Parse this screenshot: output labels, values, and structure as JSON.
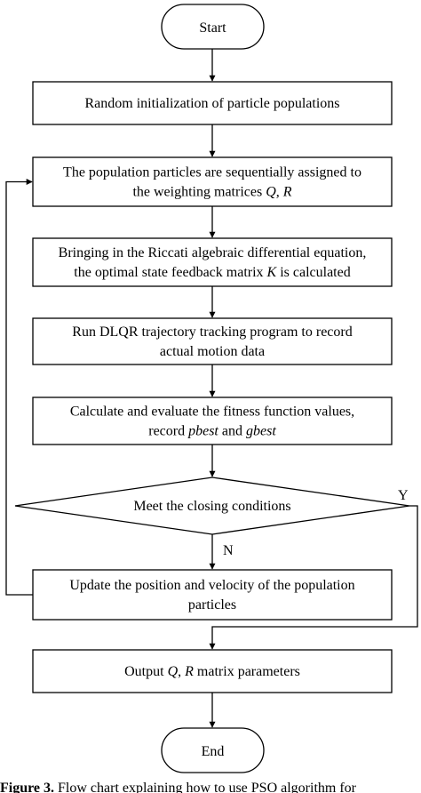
{
  "flowchart": {
    "start": "Start",
    "end": "End",
    "steps": [
      {
        "lines": [
          [
            {
              "t": "Random initialization of particle populations"
            }
          ]
        ]
      },
      {
        "lines": [
          [
            {
              "t": "The population particles are sequentially assigned to"
            }
          ],
          [
            {
              "t": "the weighting matrices "
            },
            {
              "t": "Q",
              "i": true
            },
            {
              "t": ", "
            },
            {
              "t": "R",
              "i": true
            }
          ]
        ]
      },
      {
        "lines": [
          [
            {
              "t": "Bringing in the Riccati algebraic differential equation,"
            }
          ],
          [
            {
              "t": "the optimal state feedback matrix "
            },
            {
              "t": "K",
              "i": true
            },
            {
              "t": " is calculated"
            }
          ]
        ]
      },
      {
        "lines": [
          [
            {
              "t": "Run DLQR trajectory tracking program to record"
            }
          ],
          [
            {
              "t": "actual motion data"
            }
          ]
        ]
      },
      {
        "lines": [
          [
            {
              "t": "Calculate and evaluate the fitness function values,"
            }
          ],
          [
            {
              "t": "record "
            },
            {
              "t": "pbest",
              "i": true
            },
            {
              "t": " and "
            },
            {
              "t": "gbest",
              "i": true
            }
          ]
        ]
      },
      {
        "lines": [
          [
            {
              "t": "Update the position and velocity of the population"
            }
          ],
          [
            {
              "t": "particles"
            }
          ]
        ]
      },
      {
        "lines": [
          [
            {
              "t": "Output "
            },
            {
              "t": "Q",
              "i": true
            },
            {
              "t": ", "
            },
            {
              "t": "R",
              "i": true
            },
            {
              "t": " matrix parameters"
            }
          ]
        ]
      }
    ],
    "decision": "Meet the closing conditions",
    "yes_label": "Y",
    "no_label": "N"
  },
  "caption": {
    "prefix": "Figure 3.",
    "text": " Flow chart explaining how to use PSO algorithm for"
  }
}
